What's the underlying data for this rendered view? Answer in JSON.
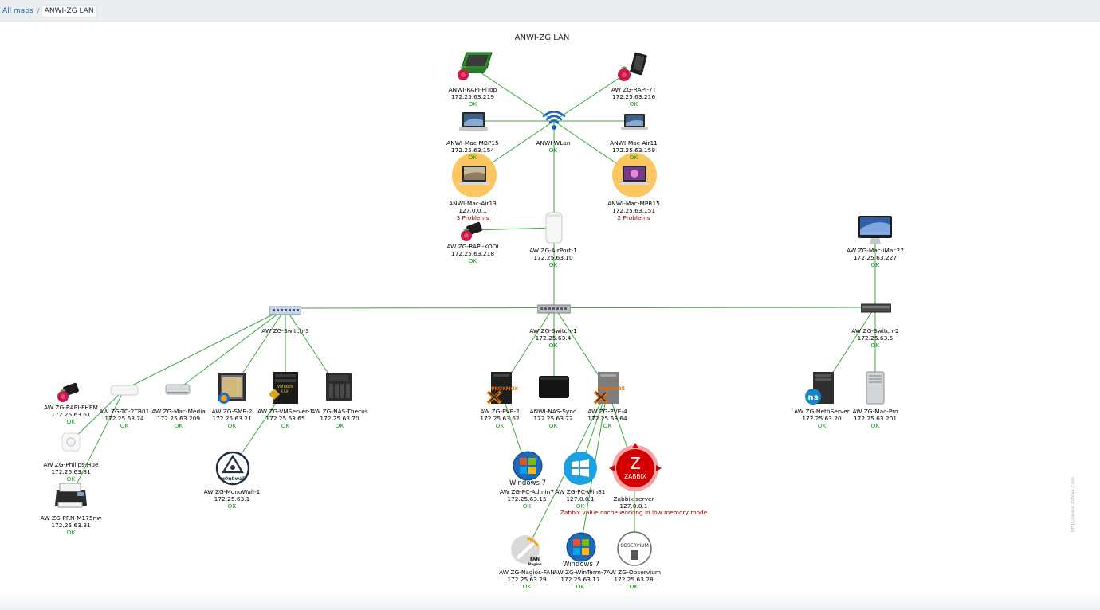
{
  "breadcrumbs": {
    "all_maps": "All maps",
    "separator": "/",
    "current": "ANWI-ZG LAN"
  },
  "map": {
    "title": "ANWI-ZG LAN",
    "watermark": "http://www.zabbix.com"
  },
  "colors": {
    "link": "#3aa83a",
    "ok": "#1a9b1a",
    "problem": "#a00000",
    "highlight": "#fcc660"
  },
  "nodes": {
    "pitop": {
      "name": "ANWI-RAPI-PiTop",
      "ip": "172.25.63.219",
      "status": "OK",
      "icon": "raspberry-pi-laptop-icon"
    },
    "rapi7t": {
      "name": "AW ZG-RAPI-7T",
      "ip": "172.25.63.216",
      "status": "OK",
      "icon": "raspberry-pi-tablet-icon"
    },
    "mbp15": {
      "name": "ANWI-Mac-MBP15",
      "ip": "172.25.63.154",
      "status": "OK",
      "icon": "laptop-icon"
    },
    "wlan": {
      "name": "ANWI-WLan",
      "status": "OK",
      "icon": "wifi-icon"
    },
    "air11": {
      "name": "ANWI-Mac-Air11",
      "ip": "172.25.63.159",
      "status": "OK",
      "icon": "laptop-icon"
    },
    "air13": {
      "name": "ANWI-Mac-Air13",
      "ip": "127.0.0.1",
      "status": "3 Problems",
      "icon": "laptop-icon"
    },
    "mpr15": {
      "name": "ANWI-Mac-MPR15",
      "ip": "172.25.63.151",
      "status": "2 Problems",
      "icon": "laptop-icon"
    },
    "kodi": {
      "name": "AW ZG-RAPI-KODI",
      "ip": "172.25.63.218",
      "status": "OK",
      "icon": "raspberry-pi-icon"
    },
    "airport": {
      "name": "AW ZG-AirPort-1",
      "ip": "172.25.63.10",
      "status": "OK",
      "icon": "airport-icon"
    },
    "imac27": {
      "name": "AW ZG-Mac-iMac27",
      "ip": "172.25.63.227",
      "status": "OK",
      "icon": "imac-icon"
    },
    "switch3": {
      "name": "AW ZG-Switch-3",
      "icon": "switch-icon"
    },
    "switch1": {
      "name": "AW ZG-Switch-1",
      "ip": "172.25.63.4",
      "status": "OK",
      "icon": "switch-icon"
    },
    "switch2": {
      "name": "AW ZG-Switch-2",
      "ip": "172.25.63.5",
      "status": "OK",
      "icon": "switch-icon"
    },
    "fhem": {
      "name": "AW ZG-RAPI-FHEM",
      "ip": "172.25.63.61",
      "status": "OK",
      "icon": "raspberry-pi-icon"
    },
    "tc2tb": {
      "name": "AW ZG-TC-2TB01",
      "ip": "172.25.63.74",
      "status": "OK",
      "icon": "time-capsule-icon"
    },
    "macmedia": {
      "name": "AW ZG-Mac-Media",
      "ip": "172.25.63.209",
      "status": "OK",
      "icon": "mac-mini-icon"
    },
    "sme2": {
      "name": "AW ZG-SME-2",
      "ip": "172.25.63.21",
      "status": "OK",
      "icon": "server-icon"
    },
    "vmserver": {
      "name": "AW ZG-VMServer-1",
      "ip": "172.25.63.65",
      "status": "OK",
      "icon": "vmware-server-icon",
      "badge1": "VMWare",
      "badge2": "ESXi"
    },
    "thecus": {
      "name": "AW ZG-NAS-Thecus",
      "ip": "172.25.63.70",
      "status": "OK",
      "icon": "nas-icon"
    },
    "hue": {
      "name": "AW ZG-Philips-Hue",
      "ip": "172.25.63.81",
      "status": "OK",
      "icon": "hue-bridge-icon"
    },
    "printer": {
      "name": "AW ZG-PRN-M175nw",
      "ip": "172.25.63.31",
      "status": "OK",
      "icon": "printer-icon"
    },
    "monowall": {
      "name": "AW ZG-MonoWall-1",
      "ip": "172.25.63.1",
      "status": "OK",
      "icon": "monowall-icon",
      "logo": "m0n0wall"
    },
    "pve2": {
      "name": "AW ZG-PVE-2",
      "ip": "172.25.63.62",
      "status": "OK",
      "icon": "proxmox-icon",
      "logo": "PROXMOX"
    },
    "syno": {
      "name": "ANWI-NAS-Syno",
      "ip": "172.25.63.72",
      "status": "OK",
      "icon": "nas-icon"
    },
    "pve4": {
      "name": "AW ZG-PVE-4",
      "ip": "172.25.63.64",
      "status": "OK",
      "icon": "proxmox-icon",
      "logo": "PROXMOX"
    },
    "nethserver": {
      "name": "AW ZG-NethServer",
      "ip": "172.25.63.20",
      "status": "OK",
      "icon": "nethserver-icon"
    },
    "macpro": {
      "name": "AW ZG-Mac-Pro",
      "ip": "172.25.63.201",
      "status": "OK",
      "icon": "mac-pro-icon"
    },
    "admin7": {
      "name": "AW ZG-PC-Admin7",
      "ip": "172.25.63.15",
      "status": "OK",
      "icon": "windows7-icon",
      "logo": "Windows 7"
    },
    "win81": {
      "name": "AW ZG-PC-Win81",
      "ip": "127.0.0.1",
      "status": "OK",
      "status_extra": "Zabbix value cache working in low memory mode",
      "icon": "windows8-icon"
    },
    "zabbix": {
      "name": "Zabbix server",
      "ip": "127.0.0.1",
      "icon": "zabbix-icon",
      "logo_letter": "Z",
      "logo_text": "ZABBIX"
    },
    "nagios": {
      "name": "AW ZG-Nagios-FAN",
      "ip": "172.25.63.29",
      "status": "OK",
      "icon": "nagios-fan-icon",
      "logo1": "FAN",
      "logo2": "Nagios"
    },
    "winterm": {
      "name": "AW ZG-WinTerm-7",
      "ip": "172.25.63.17",
      "status": "OK",
      "icon": "windows7-icon",
      "logo": "Windows 7"
    },
    "observium": {
      "name": "AW ZG-Observium",
      "ip": "172.25.63.28",
      "status": "OK",
      "icon": "observium-icon",
      "logo": "OBSERVIUM"
    }
  }
}
